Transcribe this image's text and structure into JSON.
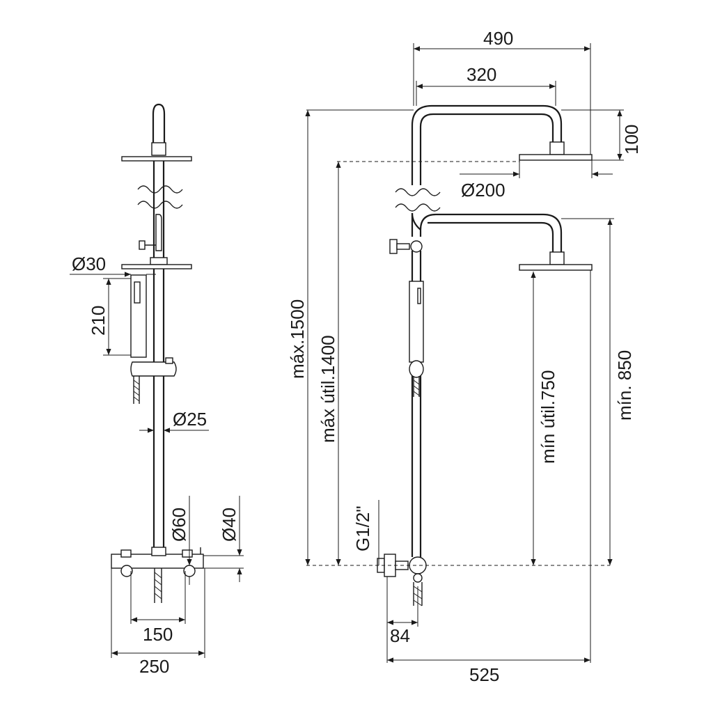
{
  "dimensions": {
    "d490": "490",
    "d320": "320",
    "d100": "100",
    "d200": "Ø200",
    "d30": "Ø30",
    "d210": "210",
    "d25": "Ø25",
    "d60": "Ø60",
    "d40": "Ø40",
    "d150": "150",
    "d250": "250",
    "max1500": "máx.1500",
    "maxutil1400": "máx útil.1400",
    "g12": "G1/2\"",
    "d84": "84",
    "d525": "525",
    "minutil750": "mín útil.750",
    "min850": "mín. 850"
  }
}
